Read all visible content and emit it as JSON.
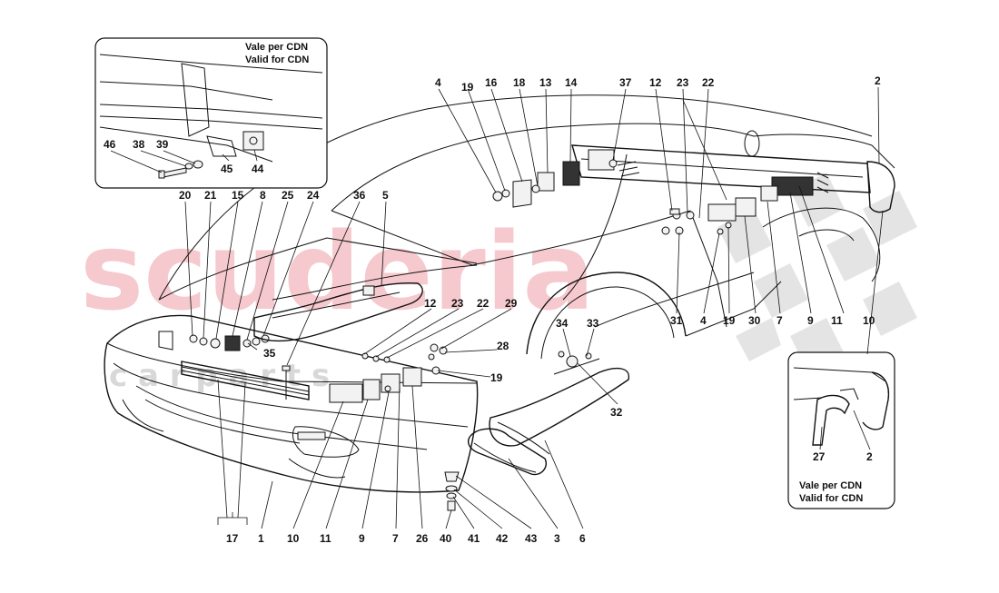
{
  "watermark": {
    "main": "scuderia",
    "sub": "c a r   p a r t s",
    "color": "#f2b8bd",
    "flag_color": "#d0d0d0"
  },
  "inset_top_left": {
    "line1": "Vale per CDN",
    "line2": "Valid for CDN"
  },
  "inset_bottom_right": {
    "line1": "Vale per CDN",
    "line2": "Valid for CDN"
  },
  "labels": [
    {
      "id": "l-46",
      "text": "46"
    },
    {
      "id": "l-38",
      "text": "38"
    },
    {
      "id": "l-39",
      "text": "39"
    },
    {
      "id": "l-45",
      "text": "45"
    },
    {
      "id": "l-44",
      "text": "44"
    },
    {
      "id": "l-20",
      "text": "20"
    },
    {
      "id": "l-21",
      "text": "21"
    },
    {
      "id": "l-15",
      "text": "15"
    },
    {
      "id": "l-8",
      "text": "8"
    },
    {
      "id": "l-25",
      "text": "25"
    },
    {
      "id": "l-24",
      "text": "24"
    },
    {
      "id": "l-36",
      "text": "36"
    },
    {
      "id": "l-5",
      "text": "5"
    },
    {
      "id": "l-4a",
      "text": "4"
    },
    {
      "id": "l-19a",
      "text": "19"
    },
    {
      "id": "l-16",
      "text": "16"
    },
    {
      "id": "l-18",
      "text": "18"
    },
    {
      "id": "l-13",
      "text": "13"
    },
    {
      "id": "l-14",
      "text": "14"
    },
    {
      "id": "l-37",
      "text": "37"
    },
    {
      "id": "l-12a",
      "text": "12"
    },
    {
      "id": "l-23a",
      "text": "23"
    },
    {
      "id": "l-22a",
      "text": "22"
    },
    {
      "id": "l-2a",
      "text": "2"
    },
    {
      "id": "l-35",
      "text": "35"
    },
    {
      "id": "l-12b",
      "text": "12"
    },
    {
      "id": "l-23b",
      "text": "23"
    },
    {
      "id": "l-22b",
      "text": "22"
    },
    {
      "id": "l-29",
      "text": "29"
    },
    {
      "id": "l-28",
      "text": "28"
    },
    {
      "id": "l-19b",
      "text": "19"
    },
    {
      "id": "l-34",
      "text": "34"
    },
    {
      "id": "l-33",
      "text": "33"
    },
    {
      "id": "l-32",
      "text": "32"
    },
    {
      "id": "l-31",
      "text": "31"
    },
    {
      "id": "l-4b",
      "text": "4"
    },
    {
      "id": "l-19c",
      "text": "19"
    },
    {
      "id": "l-30",
      "text": "30"
    },
    {
      "id": "l-7a",
      "text": "7"
    },
    {
      "id": "l-9a",
      "text": "9"
    },
    {
      "id": "l-11a",
      "text": "11"
    },
    {
      "id": "l-10a",
      "text": "10"
    },
    {
      "id": "l-27",
      "text": "27"
    },
    {
      "id": "l-2b",
      "text": "2"
    },
    {
      "id": "l-17",
      "text": "17"
    },
    {
      "id": "l-1",
      "text": "1"
    },
    {
      "id": "l-10b",
      "text": "10"
    },
    {
      "id": "l-11b",
      "text": "11"
    },
    {
      "id": "l-9b",
      "text": "9"
    },
    {
      "id": "l-7b",
      "text": "7"
    },
    {
      "id": "l-26",
      "text": "26"
    },
    {
      "id": "l-40",
      "text": "40"
    },
    {
      "id": "l-41",
      "text": "41"
    },
    {
      "id": "l-42",
      "text": "42"
    },
    {
      "id": "l-43",
      "text": "43"
    },
    {
      "id": "l-3",
      "text": "3"
    },
    {
      "id": "l-6",
      "text": "6"
    }
  ]
}
